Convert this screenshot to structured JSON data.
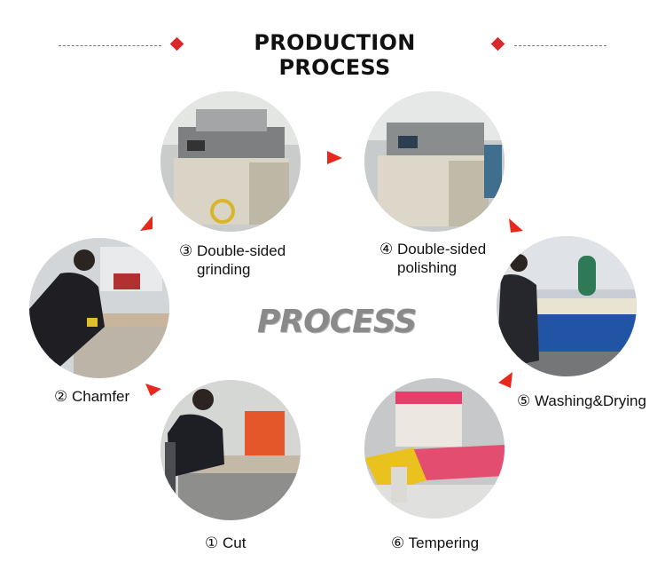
{
  "header": {
    "title": "PRODUCTION PROCESS",
    "accent_color": "#d8282b"
  },
  "center_label": "PROCESS",
  "steps": [
    {
      "num": "①",
      "label": "Cut",
      "icon": "cutting-machine-photo"
    },
    {
      "num": "②",
      "label": "Chamfer",
      "icon": "chamfer-station-photo"
    },
    {
      "num": "③",
      "label_line1": "Double-sided",
      "label_line2": "grinding",
      "icon": "grinding-machine-photo"
    },
    {
      "num": "④",
      "label_line1": "Double-sided",
      "label_line2": "polishing",
      "icon": "polishing-machine-photo"
    },
    {
      "num": "⑤",
      "label": "Washing&Drying",
      "icon": "washing-machine-photo"
    },
    {
      "num": "⑥",
      "label": "Tempering",
      "icon": "tempering-furnace-photo"
    }
  ]
}
